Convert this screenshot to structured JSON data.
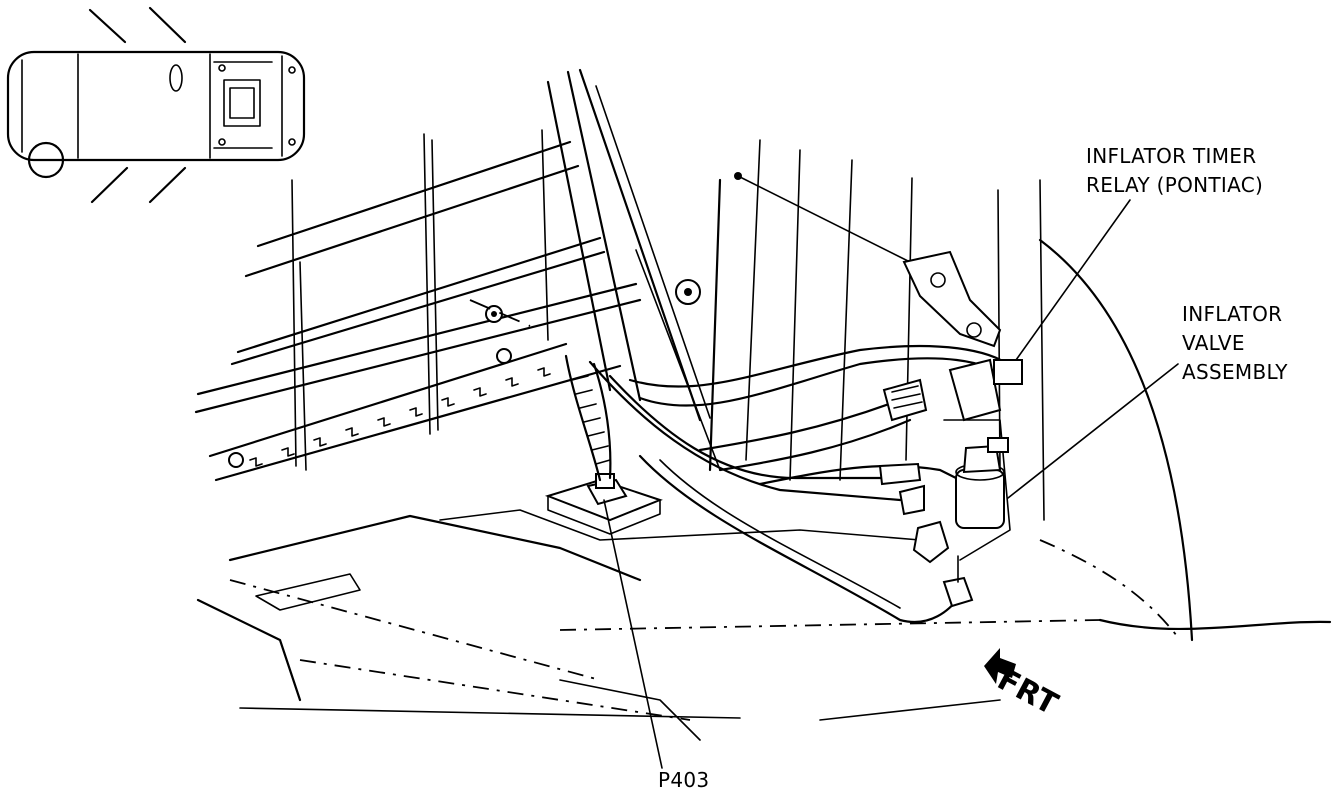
{
  "labels": {
    "inflator_timer_relay_line1": "INFLATOR TIMER",
    "inflator_timer_relay_line2": "RELAY (PONTIAC)",
    "inflator_valve_line1": "INFLATOR",
    "inflator_valve_line2": "VALVE",
    "inflator_valve_line3": "ASSEMBLY",
    "ground_point": "P403",
    "front_indicator": "FRT"
  },
  "icons": {
    "vehicle_locator": "vehicle-top-view-icon",
    "front_arrow": "arrow-left-icon"
  }
}
